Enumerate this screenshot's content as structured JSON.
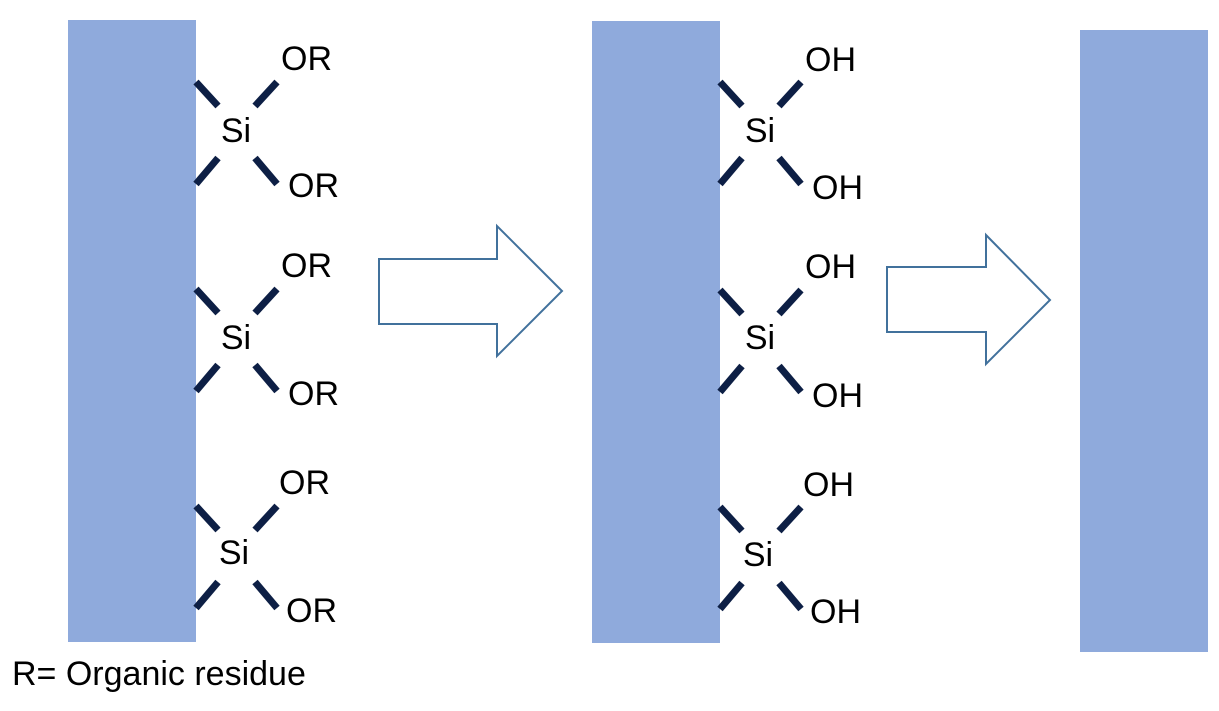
{
  "colors": {
    "substrate": "#8FAADC",
    "bond": "#0D1F45",
    "arrow_stroke": "#41719C",
    "arrow_fill": "#FFFFFF",
    "text": "#000000"
  },
  "stage1": {
    "groups": [
      {
        "atom": "Si",
        "top": "OR",
        "bottom": "OR"
      },
      {
        "atom": "Si",
        "top": "OR",
        "bottom": "OR"
      },
      {
        "atom": "Si",
        "top": "OR",
        "bottom": "OR"
      }
    ]
  },
  "stage2": {
    "groups": [
      {
        "atom": "Si",
        "top": "OH",
        "bottom": "OH"
      },
      {
        "atom": "Si",
        "top": "OH",
        "bottom": "OH"
      },
      {
        "atom": "Si",
        "top": "OH",
        "bottom": "OH"
      }
    ]
  },
  "footnote": "R= Organic residue"
}
